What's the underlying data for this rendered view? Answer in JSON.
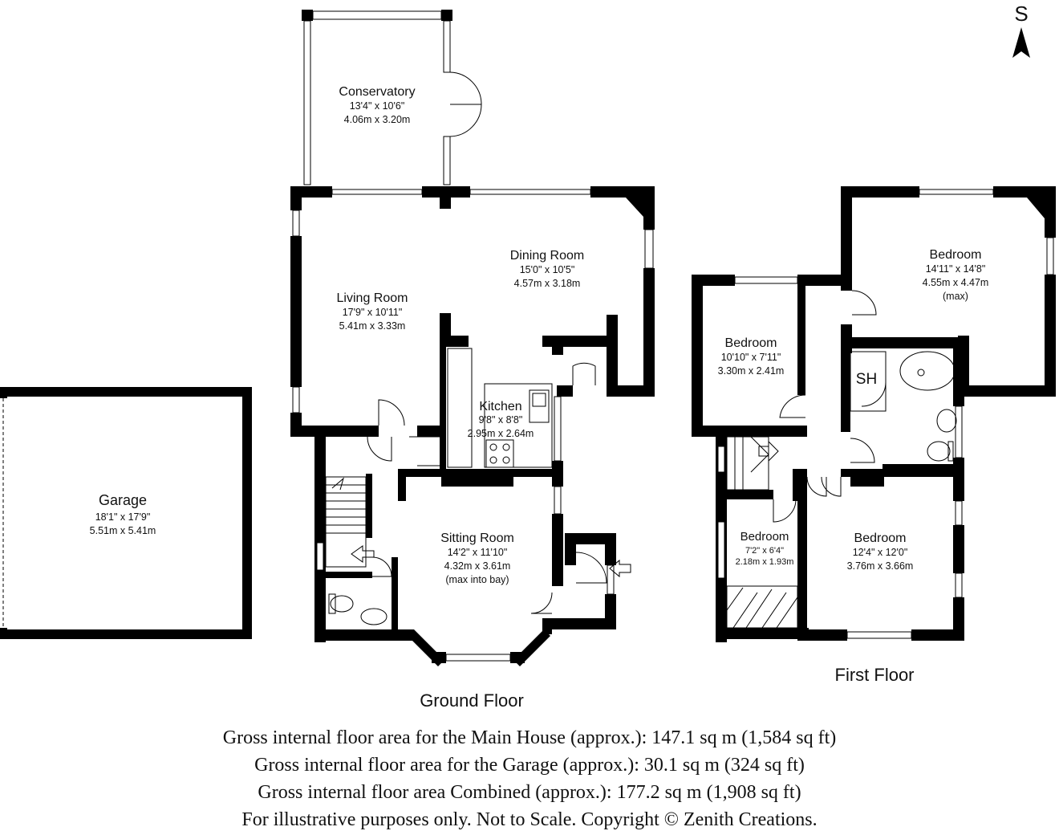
{
  "compass": {
    "label": "S"
  },
  "floors": {
    "ground": "Ground Floor",
    "first": "First Floor"
  },
  "rooms": {
    "conservatory": {
      "name": "Conservatory",
      "imperial": "13'4\" x 10'6\"",
      "metric": "4.06m x 3.20m"
    },
    "dining": {
      "name": "Dining Room",
      "imperial": "15'0\" x 10'5\"",
      "metric": "4.57m x 3.18m"
    },
    "living": {
      "name": "Living Room",
      "imperial": "17'9\" x 10'11\"",
      "metric": "5.41m x 3.33m"
    },
    "kitchen": {
      "name": "Kitchen",
      "imperial": "9'8\" x 8'8\"",
      "metric": "2.95m x 2.64m"
    },
    "sitting": {
      "name": "Sitting Room",
      "imperial": "14'2\" x 11'10\"",
      "metric": "4.32m x 3.61m",
      "note": "(max into bay)"
    },
    "garage": {
      "name": "Garage",
      "imperial": "18'1\" x 17'9\"",
      "metric": "5.51m x 5.41m"
    },
    "bed_main": {
      "name": "Bedroom",
      "imperial": "14'11\" x 14'8\"",
      "metric": "4.55m x 4.47m",
      "note": "(max)"
    },
    "bed_2": {
      "name": "Bedroom",
      "imperial": "10'10\" x 7'11\"",
      "metric": "3.30m x 2.41m"
    },
    "bed_3": {
      "name": "Bedroom",
      "imperial": "12'4\" x 12'0\"",
      "metric": "3.76m x 3.66m"
    },
    "bed_4": {
      "name": "Bedroom",
      "imperial": "7'2\" x 6'4\"",
      "metric": "2.18m x 1.93m"
    },
    "shower": {
      "name": "SH"
    }
  },
  "footer": {
    "line1": "Gross internal floor area for the Main House (approx.): 147.1 sq m (1,584 sq ft)",
    "line2": "Gross internal floor area for the Garage (approx.): 30.1 sq m (324 sq ft)",
    "line3": "Gross internal floor area Combined (approx.): 177.2 sq m (1,908 sq ft)",
    "line4": "For illustrative purposes only. Not to Scale. Copyright © Zenith Creations."
  }
}
